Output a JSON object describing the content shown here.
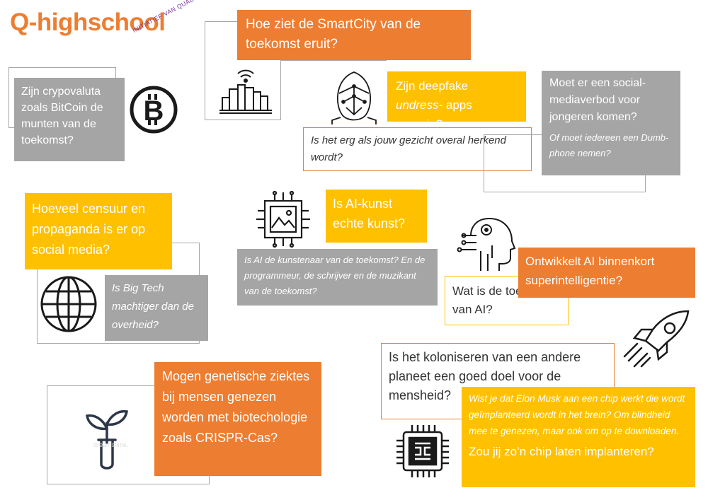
{
  "logo": {
    "name": "Q-highschool",
    "tagline": "INITIATIEF VAN QUADRAAM"
  },
  "cards": {
    "smartcity": "Hoe ziet de SmartCity van de toekomst eruit?",
    "crypto": "Zijn crypovaluta zoals BitCoin de munten van de toekomst?",
    "deepfake_a": "Zijn deepfake ",
    "deepfake_em": "undress-",
    "deepfake_b": "apps grappig?",
    "face": "Is het erg als jouw gezicht overal herkend wordt?",
    "social_ban": "Moet er een social-mediaverbod voor jongeren komen?",
    "dumbphone": "Of moet iedereen een Dumb-phone nemen?",
    "censorship": "Hoeveel censuur en propaganda is er op social media?",
    "bigtech": "Is Big Tech machtiger dan de overheid?",
    "aiart": "Is AI-kunst echte kunst?",
    "ai_artist": "Is AI de kunstenaar van de toekomst? En de programmeur, de schrijver en de muzikant van de toekomst?",
    "superintel": "Ontwikkelt AI binnenkort superintelligentie?",
    "ai_future": "Wat is de toekomst van AI?",
    "genetics": "Mogen genetische ziektes bij mensen genezen worden met biotechologie zoals CRISPR-Cas?",
    "colonize": "Is het koloniseren van een andere planeet een goed doel voor de mensheid?",
    "musk": "Wist je dat Elon Musk aan een chip werkt die wordt geïmplanteerd wordt in het brein? Om blindheid mee te genezen, maar ook om op te downloaden.",
    "chip_q": "Zou jij zo’n chip laten implanteren?"
  },
  "watermark": "dreamstime.",
  "icons": [
    "bitcoin-icon",
    "smart-city-icon",
    "face-recognition-icon",
    "ai-art-chip-icon",
    "ai-head-icon",
    "globe-icon",
    "biotech-plant-icon",
    "rocket-icon",
    "brain-chip-icon"
  ],
  "colors": {
    "orange": "#ed7d31",
    "yellow": "#ffc000",
    "gray": "#a5a5a5",
    "purple": "#7030a0"
  }
}
